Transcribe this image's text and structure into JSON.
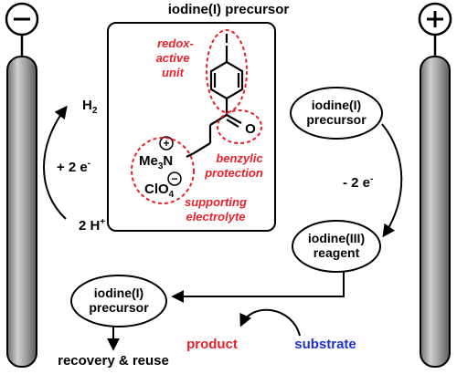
{
  "electrodes": {
    "cathode_sign": "−",
    "anode_sign": "+"
  },
  "molecule_panel": {
    "title": "iodine(I) precursor",
    "iodine_atom": "I",
    "oxygen_atom": "O",
    "cation_charge": "+",
    "anion_charge": "−",
    "ammonium_me": "Me",
    "ammonium_sub": "3",
    "ammonium_n": "N",
    "perchlorate_main": "ClO",
    "perchlorate_sub": "4",
    "labels": {
      "redox_line1": "redox-",
      "redox_line2": "active",
      "redox_line3": "unit",
      "benzylic_line1": "benzylic",
      "benzylic_line2": "protection",
      "supporting_line1": "supporting",
      "supporting_line2": "electrolyte"
    }
  },
  "cathode_side": {
    "h2": "H",
    "h2_sub": "2",
    "electrons": "+ 2 e",
    "electrons_sup": "-",
    "protons": "2 H",
    "protons_sup": "+"
  },
  "anode_side": {
    "precursor_line1": "iodine(I)",
    "precursor_line2": "precursor",
    "electrons": "- 2 e",
    "electrons_sup": "-",
    "reagent_line1": "iodine(III)",
    "reagent_line2": "reagent"
  },
  "bottom": {
    "precursor_line1": "iodine(I)",
    "precursor_line2": "precursor",
    "product": "product",
    "substrate": "substrate",
    "recovery": "recovery & reuse"
  },
  "colors": {
    "annotation_red": "#e8202a",
    "substrate_blue": "#1f2fd0",
    "electrode_gray": "#8a8a8a"
  }
}
